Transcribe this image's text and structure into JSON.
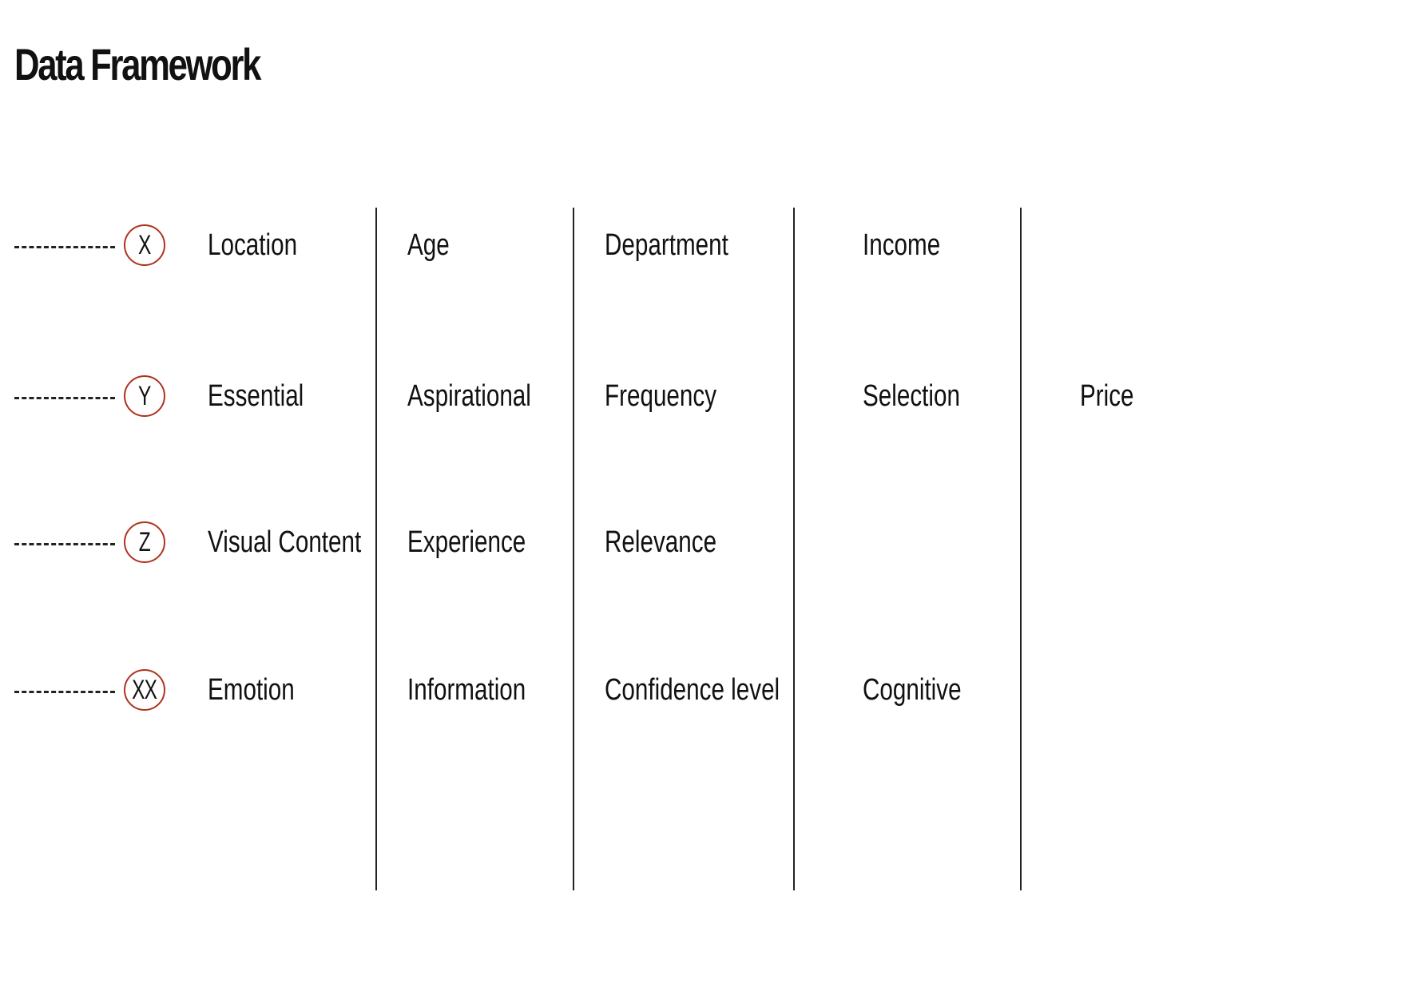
{
  "title": "Data Framework",
  "colors": {
    "marker_border": "#b0321e",
    "line": "#222222",
    "background": "#ffffff"
  },
  "rows": [
    {
      "marker": "X",
      "cells": [
        "Location",
        "Age",
        "Department",
        "Income",
        ""
      ]
    },
    {
      "marker": "Y",
      "cells": [
        "Essential",
        "Aspirational",
        "Frequency",
        "Selection",
        "Price"
      ]
    },
    {
      "marker": "Z",
      "cells": [
        "Visual Content",
        "Experience",
        "Relevance",
        "",
        ""
      ]
    },
    {
      "marker": "XX",
      "cells": [
        "Emotion",
        "Information",
        "Confidence level",
        "Cognitive",
        ""
      ]
    }
  ]
}
